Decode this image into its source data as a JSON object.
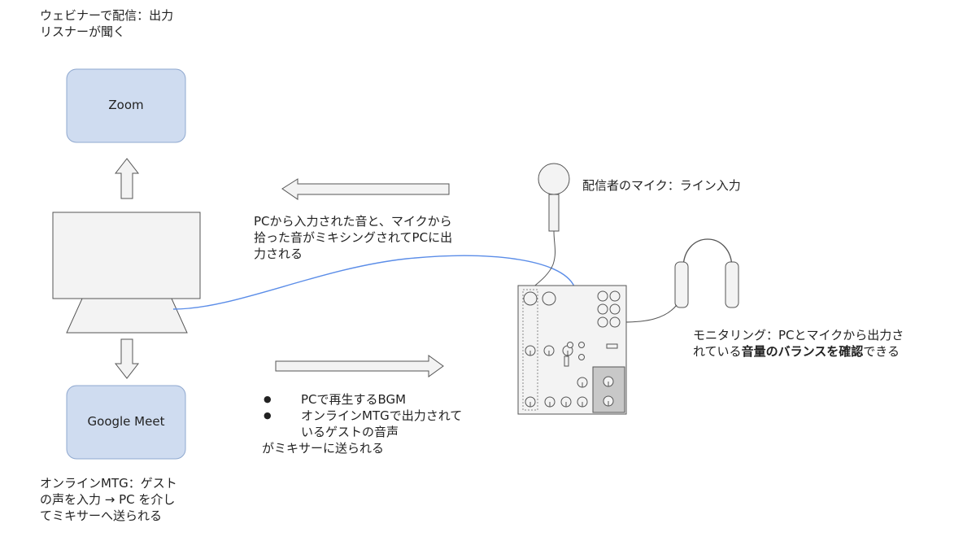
{
  "top_label": {
    "line1": "ウェビナーで配信：出力",
    "line2": "リスナーが聞く"
  },
  "zoom_box": {
    "label": "Zoom"
  },
  "meet_box": {
    "label": "Google Meet"
  },
  "bottom_label": {
    "line1": "オンラインMTG：ゲスト",
    "line2": "の声を入力 → PC を介し",
    "line3": "てミキサーへ送られる"
  },
  "mix_note": {
    "line1": "PCから入力された音と、マイクから",
    "line2": "拾った音がミキシングされてPCに出",
    "line3": "力される"
  },
  "mic_label": {
    "text": "配信者のマイク：ライン入力"
  },
  "monitor_label": {
    "line1": "モニタリング：PCとマイクから出力さ",
    "line2_plain": "れている",
    "line2_bold": "音量のバランスを確認",
    "line2_end": "できる"
  },
  "input_note": {
    "items": [
      "PCで再生するBGM",
      "オンラインMTGで出力されて",
      "いるゲストの音声"
    ],
    "footer": "がミキサーに送られる"
  },
  "colors": {
    "box_fill": "#cfdcf0",
    "box_stroke": "#8fa8cf",
    "shape_fill": "#f3f3f3",
    "stroke": "#555555",
    "cable_blue": "#5b8de8"
  }
}
